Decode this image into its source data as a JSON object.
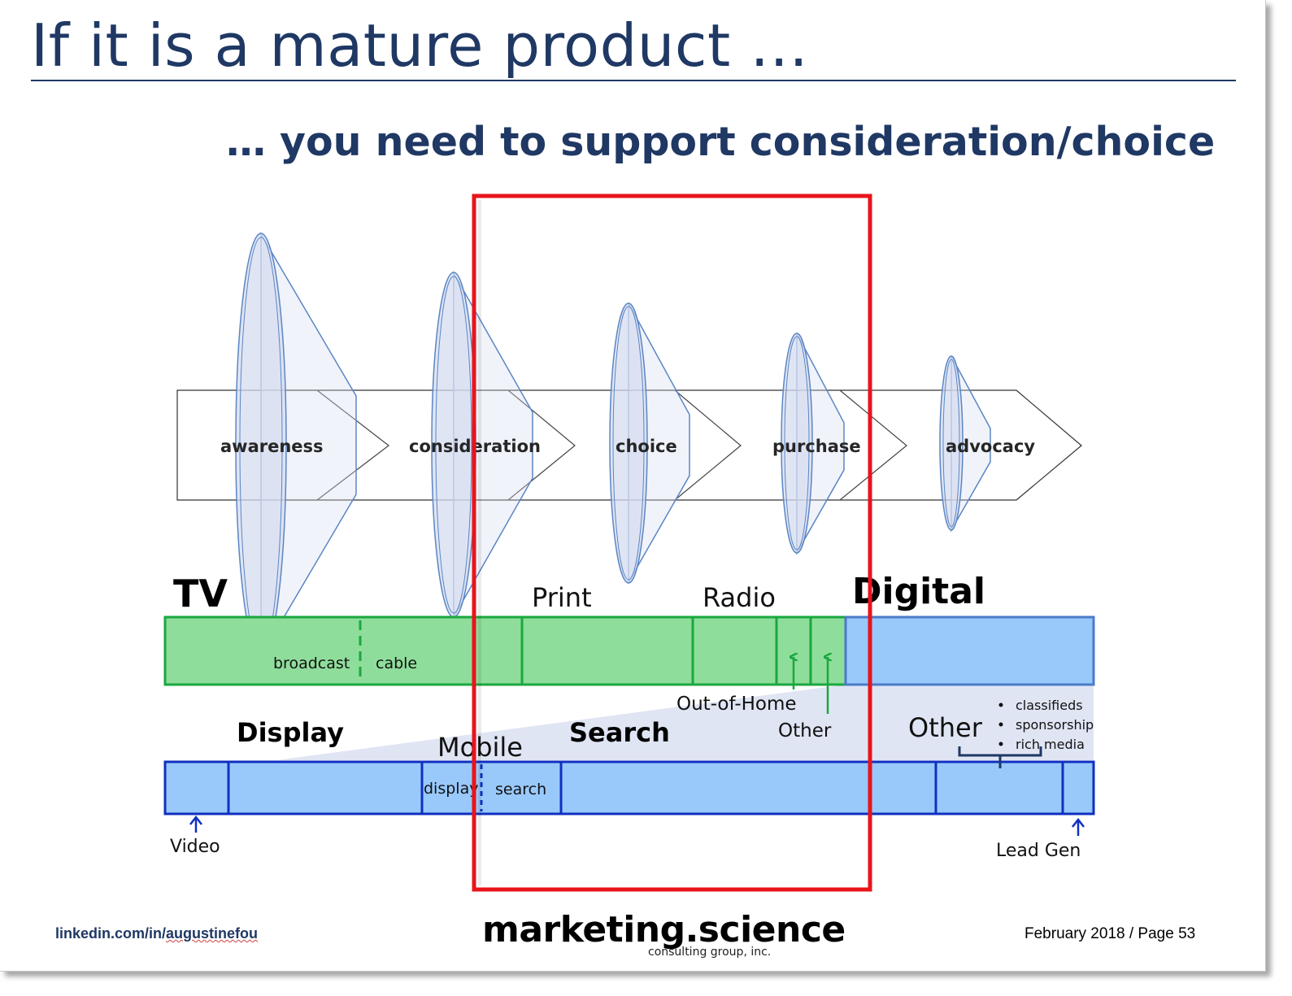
{
  "title": "If it is a mature product …",
  "subtitle": "… you need to support consideration/choice",
  "stages": [
    "awareness",
    "consideration",
    "choice",
    "purchase",
    "advocacy"
  ],
  "traditional": {
    "tv": "TV",
    "print": "Print",
    "radio": "Radio",
    "broadcast": "broadcast",
    "cable": "cable",
    "out_of_home": "Out-of-Home",
    "other": "Other"
  },
  "digital": {
    "label": "Digital",
    "display": "Display",
    "mobile": "Mobile",
    "mobile_display": "display",
    "mobile_search": "search",
    "search": "Search",
    "other": "Other",
    "other_items": [
      "classifieds",
      "sponsorship",
      "rich media"
    ],
    "video": "Video",
    "lead_gen": "Lead Gen"
  },
  "footer": {
    "link_prefix": "linkedin.com/in/",
    "link_name": "augustinefou",
    "brand": "marketing.science",
    "brand_sub": "consulting group, inc.",
    "page": "February 2018 / Page 53"
  },
  "colors": {
    "title": "#1f3864",
    "highlight": "#e8141b",
    "traditional_fill": "#8fdd9b",
    "traditional_border": "#1aa83f",
    "digital_fill": "#99c9fb",
    "digital_border": "#1030c0",
    "funnel_fill": "#d6dcf0",
    "funnel_stroke": "#5b86c4"
  }
}
